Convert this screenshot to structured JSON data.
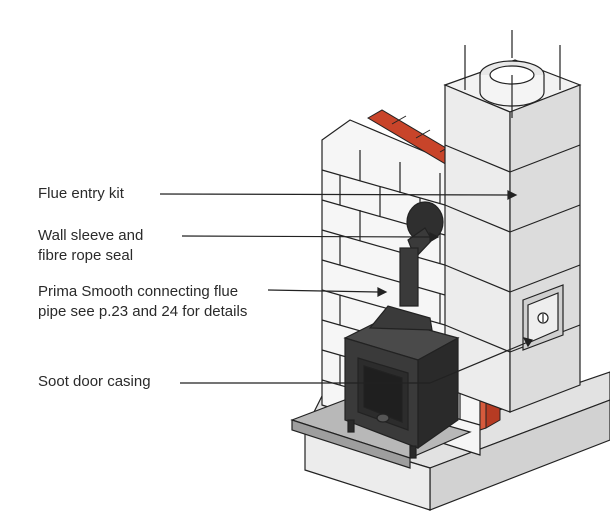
{
  "callouts": {
    "flue_entry": {
      "line1": "Flue entry kit"
    },
    "wall_sleeve": {
      "line1": "Wall sleeve and",
      "line2": "fibre rope seal"
    },
    "prima_pipe": {
      "line1": "Prima Smooth connecting flue",
      "line2": "pipe see p.23 and 24 for details"
    },
    "soot_door": {
      "line1": "Soot door casing"
    }
  },
  "colors": {
    "line": "#222222",
    "brick_face": "#ffffff",
    "block_face": "#ececec",
    "block_shade": "#dcdcdc",
    "red_brick": "#c8442a",
    "stove": "#3a3a3a",
    "hearth": "#b5b5b5",
    "base": "#e6e6e6"
  },
  "icons": [
    "soot-door-icon",
    "flue-liner-icon",
    "stove-icon"
  ]
}
